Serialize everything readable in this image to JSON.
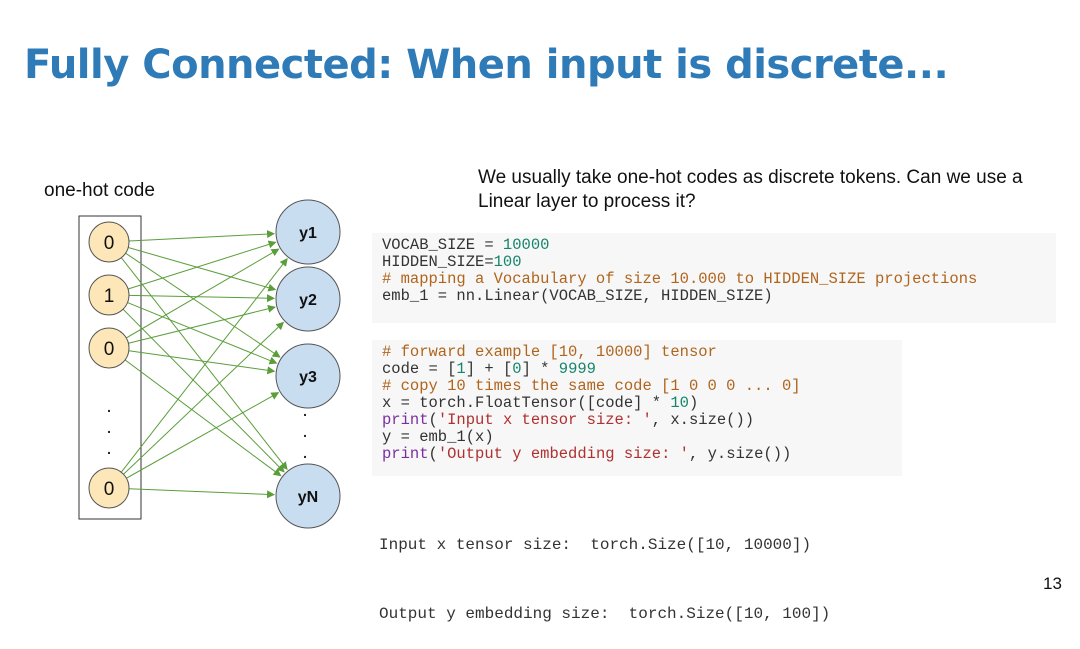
{
  "slide": {
    "title": "Fully Connected: When input is discrete...",
    "page_number": "13"
  },
  "diagram": {
    "input_label": "one-hot code",
    "input_nodes": [
      "0",
      "1",
      "0",
      "0"
    ],
    "output_nodes": [
      "y1",
      "y2",
      "y3",
      "yN"
    ],
    "ellipsis": ".",
    "edge_color": "#5a9e3a",
    "node_fill_input": "#fde7b8",
    "node_fill_output": "#c9ddf0"
  },
  "question": "We usually take one-hot codes as discrete tokens. Can we use a Linear layer to process it?",
  "code_block_1": [
    [
      {
        "t": "VOCAB_SIZE = ",
        "c": ""
      },
      {
        "t": "10000",
        "c": "num"
      }
    ],
    [
      {
        "t": "HIDDEN_SIZE=",
        "c": ""
      },
      {
        "t": "100",
        "c": "num"
      }
    ],
    [
      {
        "t": "# mapping a Vocabulary of size 10.000 to HIDDEN_SIZE projections",
        "c": "comment"
      }
    ],
    [
      {
        "t": "emb_1 = nn.Linear(VOCAB_SIZE, HIDDEN_SIZE)",
        "c": ""
      }
    ]
  ],
  "code_block_2": [
    [
      {
        "t": "# forward example [10, 10000] tensor",
        "c": "comment"
      }
    ],
    [
      {
        "t": "code = [",
        "c": ""
      },
      {
        "t": "1",
        "c": "num"
      },
      {
        "t": "] + [",
        "c": ""
      },
      {
        "t": "0",
        "c": "num"
      },
      {
        "t": "] * ",
        "c": ""
      },
      {
        "t": "9999",
        "c": "num"
      }
    ],
    [
      {
        "t": "# copy 10 times the same code [1 0 0 0 ... 0]",
        "c": "comment"
      }
    ],
    [
      {
        "t": "x = torch.FloatTensor([code] * ",
        "c": ""
      },
      {
        "t": "10",
        "c": "num"
      },
      {
        "t": ")",
        "c": ""
      }
    ],
    [
      {
        "t": "print",
        "c": "kw"
      },
      {
        "t": "(",
        "c": ""
      },
      {
        "t": "'Input x tensor size: '",
        "c": "str"
      },
      {
        "t": ", x.size())",
        "c": ""
      }
    ],
    [
      {
        "t": "y = emb_1(x)",
        "c": ""
      }
    ],
    [
      {
        "t": "print",
        "c": "kw"
      },
      {
        "t": "(",
        "c": ""
      },
      {
        "t": "'Output y embedding size: '",
        "c": "str"
      },
      {
        "t": ", y.size())",
        "c": ""
      }
    ]
  ],
  "output_lines": [
    "Input x tensor size:  torch.Size([10, 10000])",
    "Output y embedding size:  torch.Size([10, 100])"
  ]
}
